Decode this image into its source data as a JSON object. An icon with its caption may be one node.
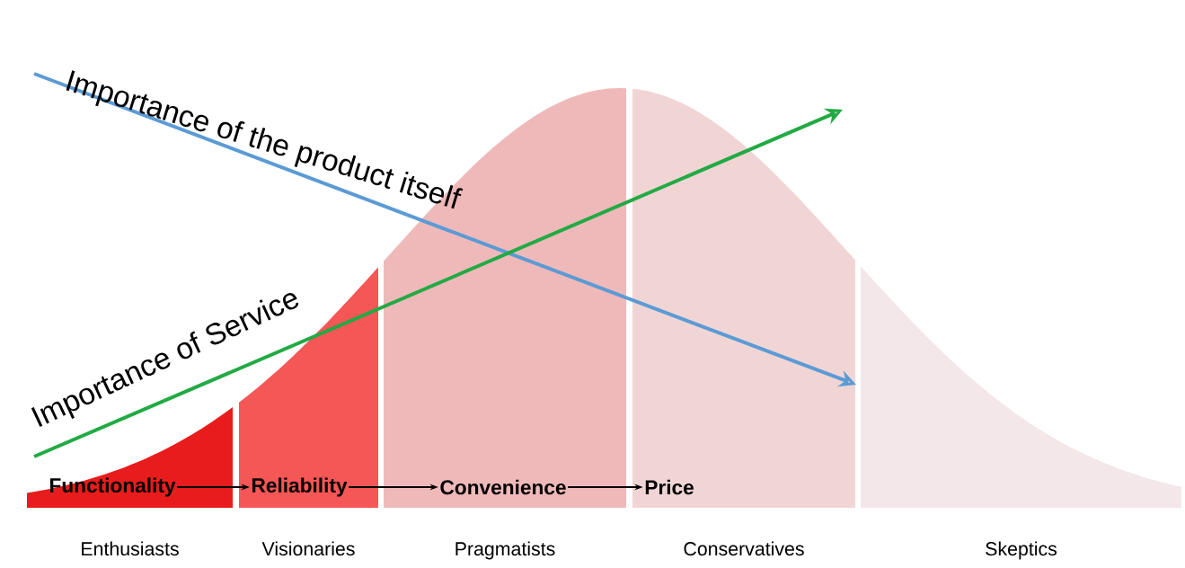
{
  "diagram": {
    "nodes": [
      {
        "text": [
          "Functionality"
        ]
      },
      {
        "text": [
          "Reliability"
        ]
      },
      {
        "text": [
          "Convenience"
        ]
      },
      {
        "text": [
          "Price"
        ]
      }
    ],
    "edges": [
      {
        "from": 0,
        "to": 1,
        "arrow": "to"
      },
      {
        "from": 1,
        "to": 2,
        "arrow": "to"
      },
      {
        "from": 2,
        "to": 3,
        "arrow": "to"
      }
    ],
    "labels": [
      "Importance of the product itself",
      "Importance of Service",
      "Enthusiasts",
      "Visionaries",
      "Pragmatists",
      "Conservatives",
      "Skeptics"
    ]
  }
}
